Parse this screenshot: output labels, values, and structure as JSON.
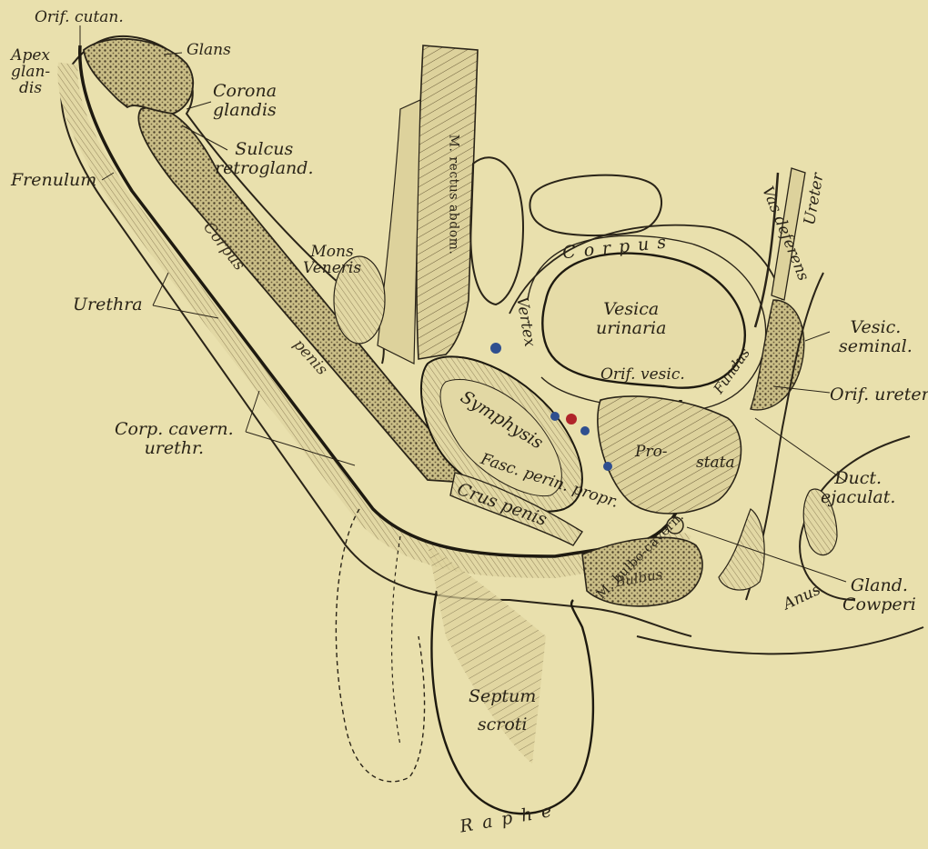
{
  "figure": {
    "labels": {
      "orif_cutan": "Orif. cutan.",
      "glans": "Glans",
      "apex_glandis": [
        "Apex",
        "glan-",
        "dis"
      ],
      "corona_glandis": [
        "Corona",
        "glandis"
      ],
      "sulcus_retrogland": [
        "Sulcus",
        "retrogland."
      ],
      "frenulum": "Frenulum",
      "urethra": "Urethra",
      "corp_cavern_urethr": [
        "Corp. cavern.",
        "urethr."
      ],
      "mons_veneris": [
        "Mons",
        "Veneris"
      ],
      "m_rectus_abdom": "M. rectus abdom.",
      "corpus_penis_upper": "Corpus",
      "corpus_penis_lower": "penis",
      "vertex": "Vertex",
      "corpus_vesicae": "Corpus",
      "vesica_urinaria": [
        "Vesica",
        "urinaria"
      ],
      "vas_deferens": "Vas deferens",
      "ureter": "Ureter",
      "vesic_seminal": [
        "Vesic.",
        "seminal."
      ],
      "orif_vesic": "Orif. vesic.",
      "fundus": "Fundus",
      "orif_ureter": "Orif. ureter.",
      "symphysis": "Symphysis",
      "fasc_perin_propr": "Fasc. perin. propr.",
      "crus_penis": "Crus penis",
      "prostata_1": "Pro-",
      "prostata_2": "stata",
      "duct_ejaculat": [
        "Duct.",
        "ejaculat."
      ],
      "bulbus": "Bulbus",
      "m_bulbo_cavern": "M. bulbo-cavern.",
      "gland_cowperi": [
        "Gland.",
        "Cowperi"
      ],
      "anus": "Anus",
      "septum_scroti": [
        "Septum",
        "scroti"
      ],
      "raphe": "Raphe"
    },
    "colors": {
      "paper": "#e9e0ad",
      "ink": "#2a2418",
      "vessel_blue": "#2f4f8f",
      "vessel_red": "#b0242a"
    }
  }
}
